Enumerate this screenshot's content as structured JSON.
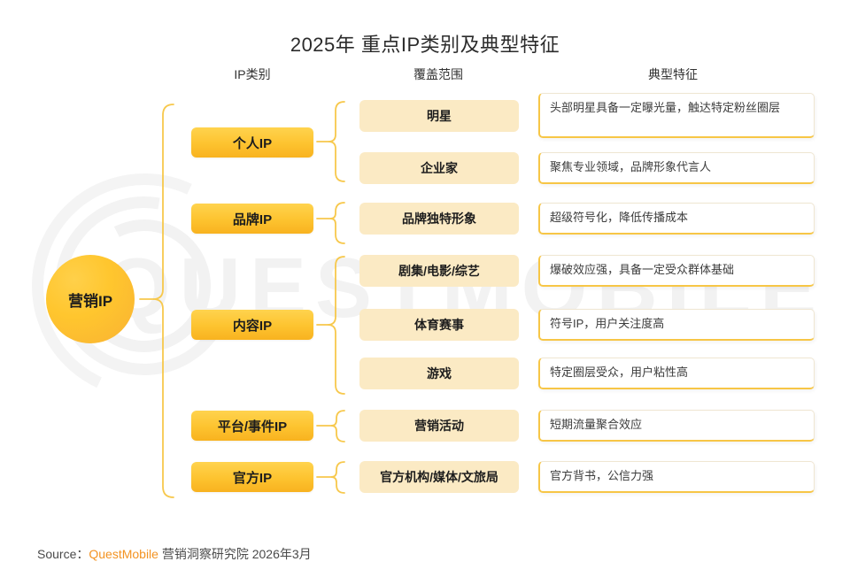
{
  "title": "2025年 重点IP类别及典型特征",
  "columns": {
    "category": "IP类别",
    "scope": "覆盖范围",
    "trait": "典型特征"
  },
  "root": {
    "label": "营销IP"
  },
  "colors": {
    "accent": "#f7c646",
    "category_box": "#fdc32f",
    "scope_box": "#fbeac4",
    "brand": "#f39322",
    "root_circle": "#ffc62e"
  },
  "rows": [
    {
      "category": "个人IP",
      "scope": "明星",
      "trait": "头部明星具备一定曝光量，触达特定粉丝圈层"
    },
    {
      "category": "",
      "scope": "企业家",
      "trait": "聚焦专业领域，品牌形象代言人"
    },
    {
      "category": "品牌IP",
      "scope": "品牌独特形象",
      "trait": "超级符号化，降低传播成本"
    },
    {
      "category": "内容IP",
      "scope": "剧集/电影/综艺",
      "trait": "爆破效应强，具备一定受众群体基础"
    },
    {
      "category": "",
      "scope": "体育赛事",
      "trait": "符号IP，用户关注度高"
    },
    {
      "category": "",
      "scope": "游戏",
      "trait": "特定圈层受众，用户粘性高"
    },
    {
      "category": "平台/事件IP",
      "scope": "营销活动",
      "trait": "短期流量聚合效应"
    },
    {
      "category": "官方IP",
      "scope": "官方机构/媒体/文旅局",
      "trait": "官方背书，公信力强"
    }
  ],
  "categories": [
    {
      "label": "个人IP"
    },
    {
      "label": "品牌IP"
    },
    {
      "label": "内容IP"
    },
    {
      "label": "平台/事件IP"
    },
    {
      "label": "官方IP"
    }
  ],
  "scopes": [
    {
      "label": "明星"
    },
    {
      "label": "企业家"
    },
    {
      "label": "品牌独特形象"
    },
    {
      "label": "剧集/电影/综艺"
    },
    {
      "label": "体育赛事"
    },
    {
      "label": "游戏"
    },
    {
      "label": "营销活动"
    },
    {
      "label": "官方机构/媒体/文旅局"
    }
  ],
  "traits": [
    {
      "text": "头部明星具备一定曝光量，触达特定粉丝圈层"
    },
    {
      "text": "聚焦专业领域，品牌形象代言人"
    },
    {
      "text": "超级符号化，降低传播成本"
    },
    {
      "text": "爆破效应强，具备一定受众群体基础"
    },
    {
      "text": "符号IP，用户关注度高"
    },
    {
      "text": "特定圈层受众，用户粘性高"
    },
    {
      "text": "短期流量聚合效应"
    },
    {
      "text": "官方背书，公信力强"
    }
  ],
  "watermark": {
    "text": "QUESTMOBILE"
  },
  "source": {
    "prefix": "Source：",
    "brand": "QuestMobile",
    "suffix": " 营销洞察研究院 2026年3月"
  }
}
